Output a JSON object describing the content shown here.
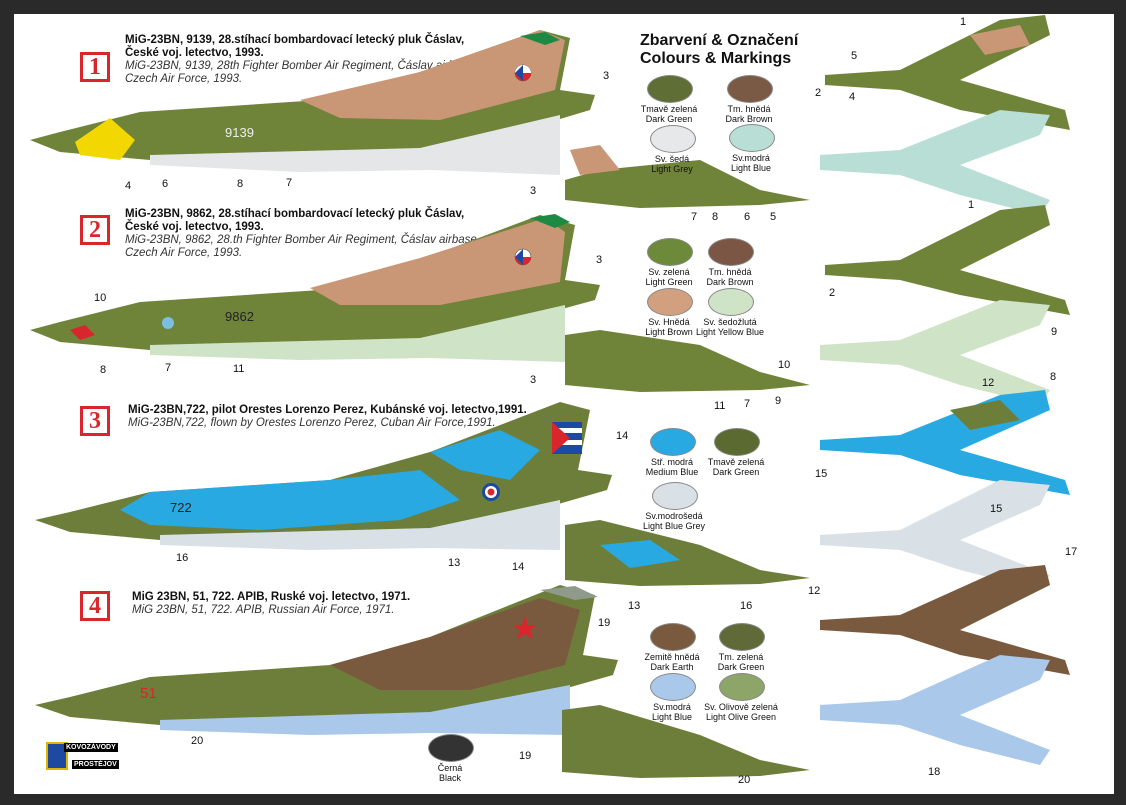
{
  "heading": {
    "cz": "Zbarvení & Označení",
    "en": "Colours & Markings"
  },
  "schemes": [
    {
      "num": "1",
      "title_cz_1": "MiG-23BN, 9139, 28.stíhací bombardovací letecký pluk Čáslav,",
      "title_cz_2": "České voj. letectvo, 1993.",
      "title_en_1": "MiG-23BN, 9139, 28th Fighter Bomber Air Regiment, Čáslav airbase,",
      "title_en_2": "Czech Air Force, 1993.",
      "serial": "9139"
    },
    {
      "num": "2",
      "title_cz_1": "MiG-23BN, 9862, 28.stíhací bombardovací letecký pluk Čáslav,",
      "title_cz_2": "České voj. letectvo, 1993.",
      "title_en_1": "MiG-23BN, 9862, 28.th Fighter Bomber Air Regiment, Čáslav airbase,",
      "title_en_2": "Czech Air Force, 1993.",
      "serial": "9862"
    },
    {
      "num": "3",
      "title_cz_1": "MiG-23BN,722, pilot Orestes Lorenzo Perez, Kubánské voj. letectvo,1991.",
      "title_en_1": "MiG-23BN,722, flown by  Orestes Lorenzo Perez, Cuban Air Force,1991.",
      "serial": "722"
    },
    {
      "num": "4",
      "title_cz_1": "MiG 23BN, 51, 722. APIB, Ruské voj. letectvo, 1971.",
      "title_en_1": "MiG 23BN, 51, 722. APIB, Russian Air Force, 1971.",
      "serial": "51"
    }
  ],
  "colours": [
    {
      "cz": "Tmavě zelená",
      "en": "Dark Green",
      "hex": "#5e6e35"
    },
    {
      "cz": "Tm. hnědá",
      "en": "Dark Brown",
      "hex": "#7a5a45"
    },
    {
      "cz": "Sv. šedá",
      "en": "Light Grey",
      "hex": "#e6e8ea"
    },
    {
      "cz": "Sv.modrá",
      "en": "Light Blue",
      "hex": "#b9ded6"
    },
    {
      "cz": "Sv. zelená",
      "en": "Light Green",
      "hex": "#6d8a3b"
    },
    {
      "cz": "Tm. hnědá",
      "en": "Dark Brown",
      "hex": "#7b5645"
    },
    {
      "cz": "Sv. Hnědá",
      "en": "Light Brown",
      "hex": "#d2a07e"
    },
    {
      "cz": "Sv. šedožlutá",
      "en": "Light Yellow Blue",
      "hex": "#cfe3c7"
    },
    {
      "cz": "Stř. modrá",
      "en": "Medium Blue",
      "hex": "#29a9e2"
    },
    {
      "cz": "Tmavě zelená",
      "en": "Dark Green",
      "hex": "#5a6a30"
    },
    {
      "cz": "Sv.modrošedá",
      "en": "Light Blue Grey",
      "hex": "#d9e1e6"
    },
    {
      "cz": "Zemitě hnědá",
      "en": "Dark Earth",
      "hex": "#7a5a3f"
    },
    {
      "cz": "Tm. zelená",
      "en": "Dark Green",
      "hex": "#5f6a38"
    },
    {
      "cz": "Sv.modrá",
      "en": "Light Blue",
      "hex": "#a9c8ea"
    },
    {
      "cz": "Sv. Olivově zelená",
      "en": "Light Olive Green",
      "hex": "#8ea56a"
    },
    {
      "cz": "Černá",
      "en": "Black",
      "hex": "#333333"
    }
  ],
  "callouts": [
    "1",
    "2",
    "3",
    "4",
    "5",
    "6",
    "7",
    "8",
    "9",
    "10",
    "11",
    "12",
    "13",
    "14",
    "15",
    "16",
    "17",
    "18",
    "19",
    "20"
  ],
  "logo": {
    "line1": "KOVOZÁVODY",
    "line2": "PROSTĚJOV"
  },
  "accent": "#d9262c"
}
